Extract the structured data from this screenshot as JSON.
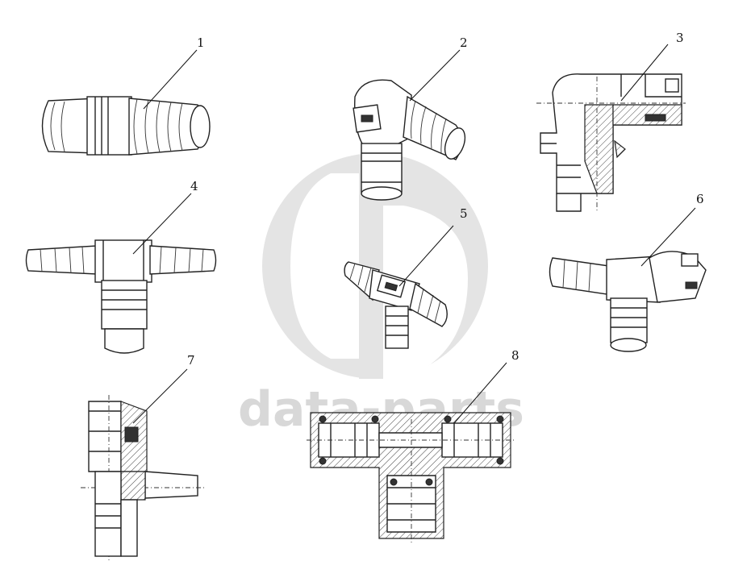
{
  "watermark": {
    "text": "data-parts"
  },
  "callouts": {
    "c1": "1",
    "c2": "2",
    "c3": "3",
    "c4": "4",
    "c5": "5",
    "c6": "6",
    "c7": "7",
    "c8": "8"
  }
}
